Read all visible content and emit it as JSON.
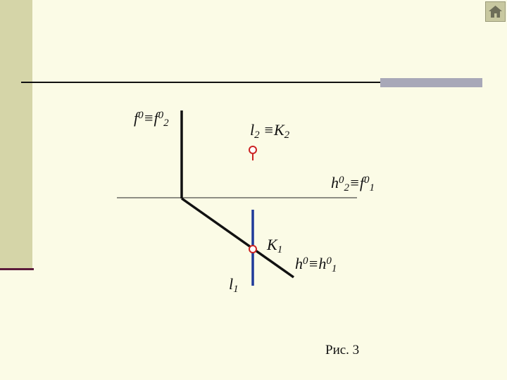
{
  "labels": {
    "f0_f02": {
      "a": "f",
      "a_sup": "0",
      "eq": "≡",
      "b": "f",
      "b_sup": "0",
      "b_sub": "2"
    },
    "l2_K2": {
      "a": "l",
      "a_sub": "2",
      "eq": "≡",
      "b": "K",
      "b_sub": "2"
    },
    "h02_f01": {
      "a": "h",
      "a_sup": "0",
      "a_sub": "2",
      "eq": "≡",
      "b": "f",
      "b_sup": "0",
      "b_sub": "1"
    },
    "K1": {
      "a": "K",
      "a_sub": "1"
    },
    "h0_h01": {
      "a": "h",
      "a_sup": "0",
      "eq": "≡",
      "b": "h",
      "b_sup": "0",
      "b_sub": "1"
    },
    "l1": {
      "a": "l",
      "a_sub": "1"
    }
  },
  "caption": "Рис. 3",
  "colors": {
    "background": "#fbfbe6",
    "sidebar": "#d5d5a8",
    "line_l": "#1f3a9a",
    "point": "#cc2222",
    "trace": "#111111"
  },
  "icons": {
    "home": "home-icon"
  }
}
